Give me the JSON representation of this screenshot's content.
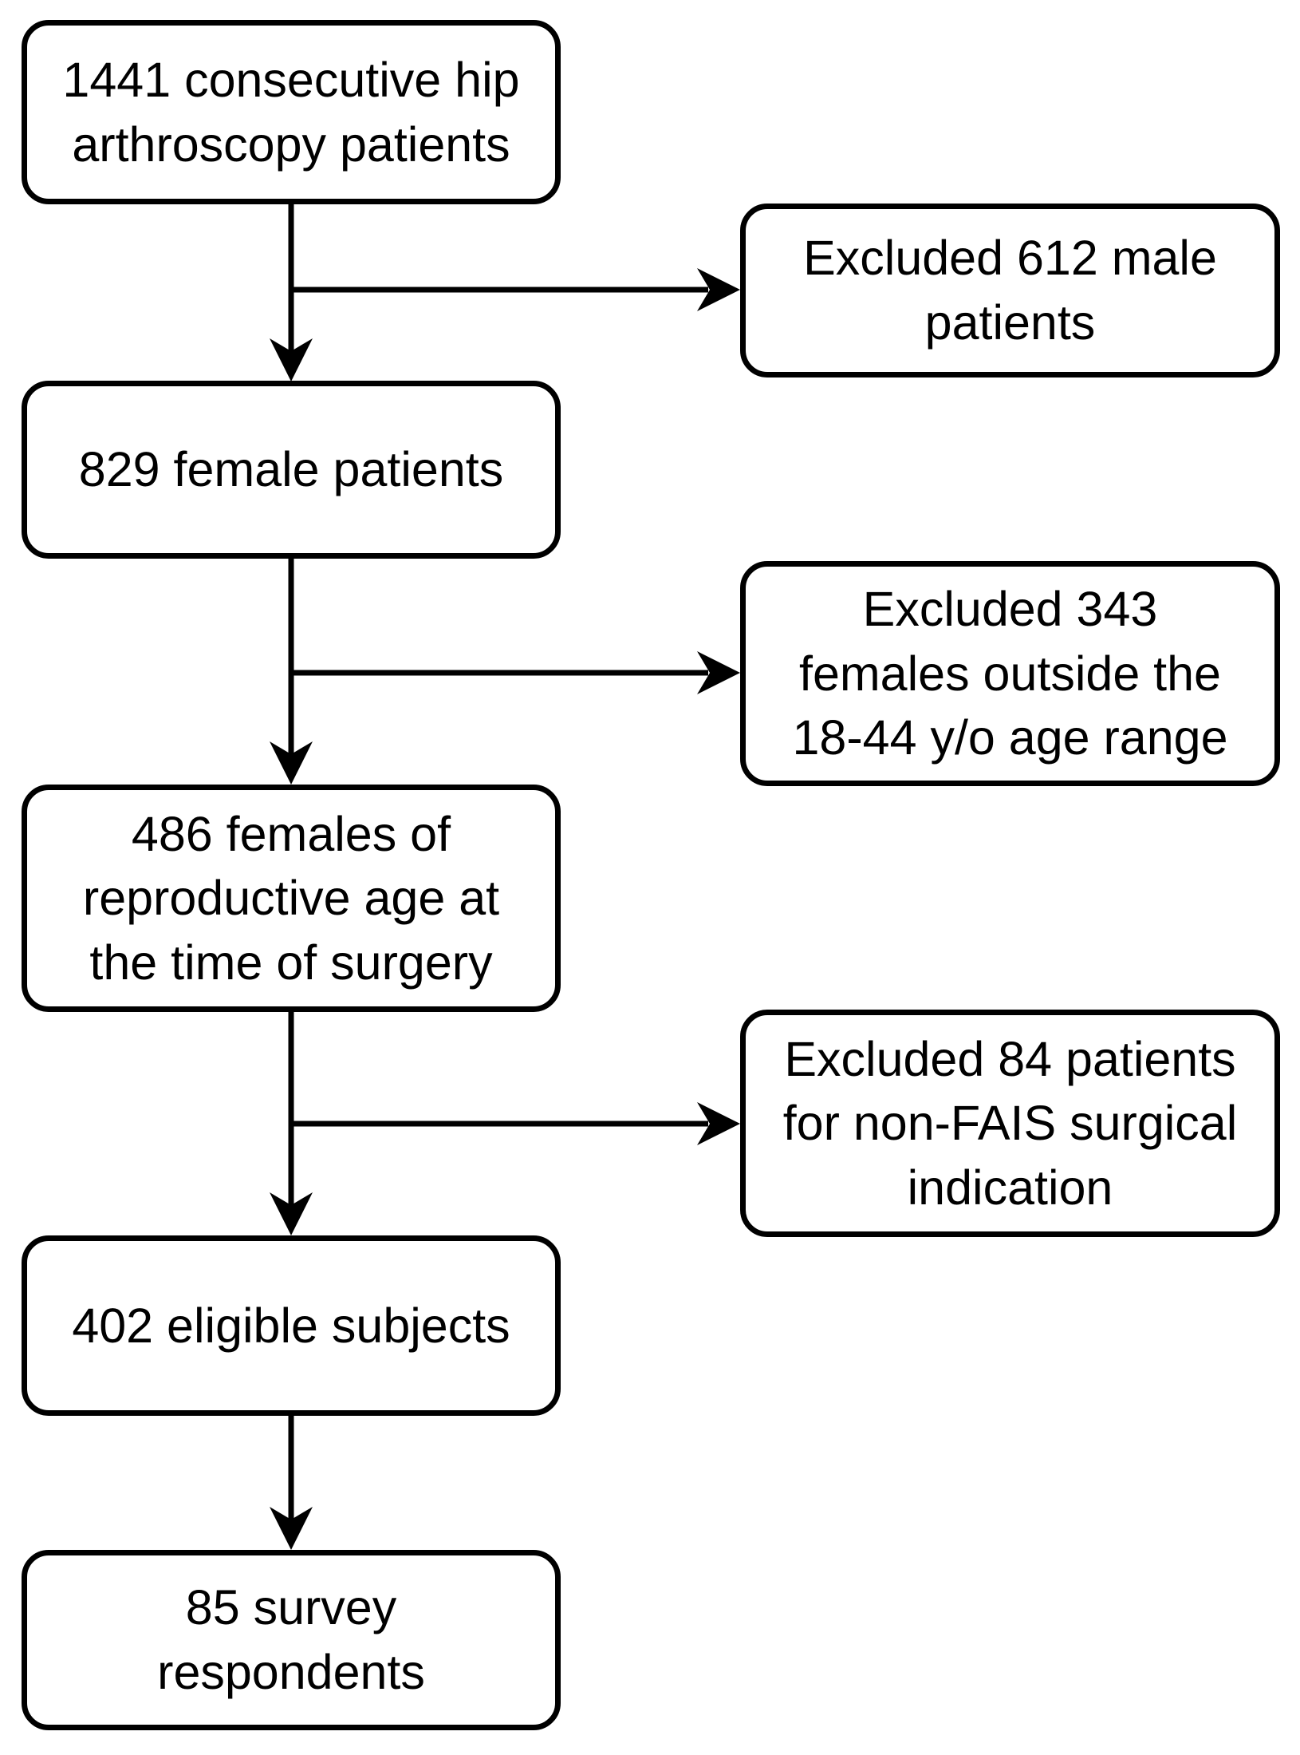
{
  "diagram": {
    "type": "flowchart",
    "background_color": "#ffffff",
    "stroke_color": "#000000",
    "main_boxes": [
      {
        "label": "1441 consecutive hip\narthroscopy patients"
      },
      {
        "label": "829 female patients"
      },
      {
        "label": "486 females of\nreproductive age at\nthe time of surgery"
      },
      {
        "label": "402 eligible subjects"
      },
      {
        "label": "85 survey\nrespondents"
      }
    ],
    "exclusion_boxes": [
      {
        "label": "Excluded 612 male\npatients"
      },
      {
        "label": "Excluded 343\nfemales outside the\n18-44 y/o age range"
      },
      {
        "label": "Excluded 84 patients\nfor non-FAIS surgical\nindication"
      }
    ]
  }
}
